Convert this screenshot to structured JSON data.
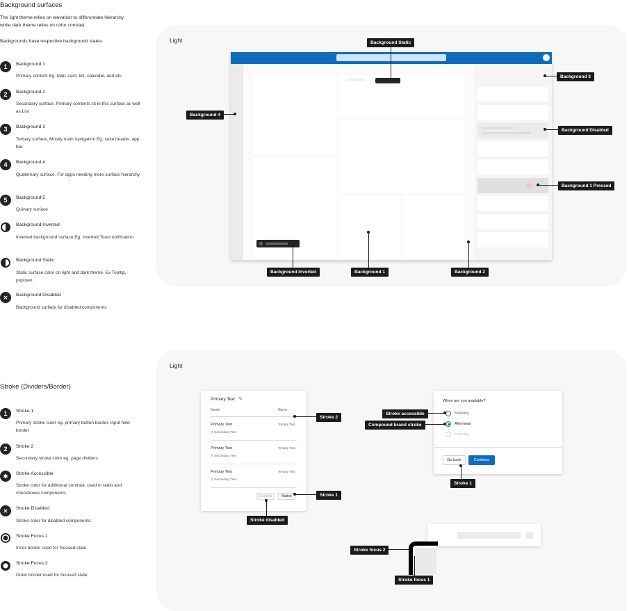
{
  "background_section": {
    "title": "Background surfaces",
    "intro_1": "The light theme relies on elevation to differentiate hierarchy while dark theme relies on color contrast.",
    "intro_2": "Backgrounds have respective background states.",
    "items": [
      {
        "badge": "1",
        "title": "Background 1",
        "desc": "Primary content Eg. Mail, card, list, calendar, and etc."
      },
      {
        "badge": "2",
        "title": "Background 2",
        "desc": "Secondary surface. Primary contents sit in this surface as well as List"
      },
      {
        "badge": "3",
        "title": "Background 3",
        "desc": "Tertiary surface, Mostly main navigation Eg, suite header, app bar."
      },
      {
        "badge": "4",
        "title": "Background 4",
        "desc": "Quaternary surface. For apps needing more surface hierarchy"
      },
      {
        "badge": "5",
        "title": "Background 5",
        "desc": "Quinary surface"
      },
      {
        "badge": "",
        "title": "Background Inverted",
        "desc": "Inverted background surface Eg. inverted Toast notification."
      },
      {
        "badge": "",
        "title": "Background Static",
        "desc": "Static surface color on light and dark theme. Ex Tooltip, popover."
      },
      {
        "badge": "✕",
        "title": "Background Disabled",
        "desc": "Background surface for disabled components"
      }
    ]
  },
  "background_panel": {
    "label": "Light",
    "tags": {
      "static": "Background Static",
      "bg3": "Background 3",
      "bg4": "Background 4",
      "disabled": "Background Disabled",
      "pressed": "Background 1 Pressed",
      "inverted": "Background Inverted",
      "bg1": "Background 1",
      "bg2": "Background 2"
    }
  },
  "stroke_section": {
    "title": "Stroke (Dividers/Border)",
    "items": [
      {
        "badge": "1",
        "title": "Stroke 1",
        "desc": "Primary stroke color eg. primary button border, input field border"
      },
      {
        "badge": "2",
        "title": "Stroke 2",
        "desc": "Secondary stroke color eg. page dividers"
      },
      {
        "badge": "✱",
        "title": "Stroke Accessible",
        "desc": "Stroke color for additional contrast, used in radio and checkboxes components."
      },
      {
        "badge": "✕",
        "title": "Stroke Disabled",
        "desc": "Stroke color for disabled components."
      },
      {
        "badge": "",
        "title": "Stroke Focus 1",
        "desc": "Inner border used for focused state"
      },
      {
        "badge": "",
        "title": "Stroke Focus 2",
        "desc": "Outer border used for focused state"
      }
    ]
  },
  "stroke_panel": {
    "label": "Light",
    "list_card": {
      "title": "Primary Text",
      "col1": "Name",
      "col2": "Name",
      "rows": [
        {
          "primary": "Primary Text",
          "secondary": "Secondary Text",
          "tertiary": "Tertiary Text"
        },
        {
          "primary": "Primary Text",
          "secondary": "Secondary Text",
          "tertiary": "Tertiary Text"
        },
        {
          "primary": "Primary Text",
          "secondary": "Secondary Text",
          "tertiary": "Tertiary Text"
        }
      ],
      "disabled_btn": "Disabled",
      "button": "Button"
    },
    "dialog": {
      "question": "When are you available?",
      "options": [
        "Morning",
        "Afternoon",
        "Evening"
      ],
      "back": "Go back",
      "continue": "Continue"
    },
    "tags": {
      "stroke2": "Stroke 2",
      "stroke1_list": "Stroke 1",
      "stroke_disabled": "Stroke disabled",
      "accessible": "Stroke accessible",
      "compound": "Compound brand stroke",
      "stroke1_dialog": "Stroke 1",
      "focus2": "Stroke focus 2",
      "focus1": "Stroke focus 1"
    }
  },
  "colors": {
    "brand": "#0f6cbd",
    "tag_bg": "#1b1b1b",
    "panel_bg": "#f7f7f7"
  }
}
